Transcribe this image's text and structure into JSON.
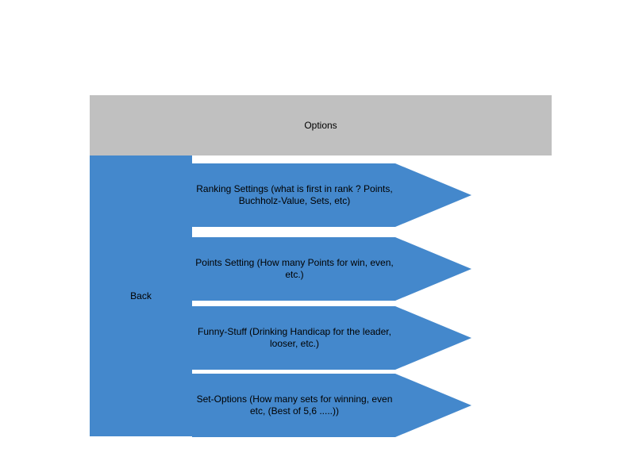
{
  "colors": {
    "header_bg": "#c0c0c0",
    "block_bg": "#4488cc",
    "text": "#000000"
  },
  "header": {
    "title": "Options"
  },
  "back": {
    "label": "Back"
  },
  "menu": {
    "items": [
      {
        "label": "Ranking Settings (what is first in rank ? Points, Buchholz-Value, Sets, etc)"
      },
      {
        "label": "Points Setting (How many Points for win, even, etc.)"
      },
      {
        "label": "Funny-Stuff (Drinking Handicap for the leader, looser, etc.)"
      },
      {
        "label": "Set-Options (How many sets for winning, even etc, (Best of 5,6 .....))"
      }
    ]
  }
}
